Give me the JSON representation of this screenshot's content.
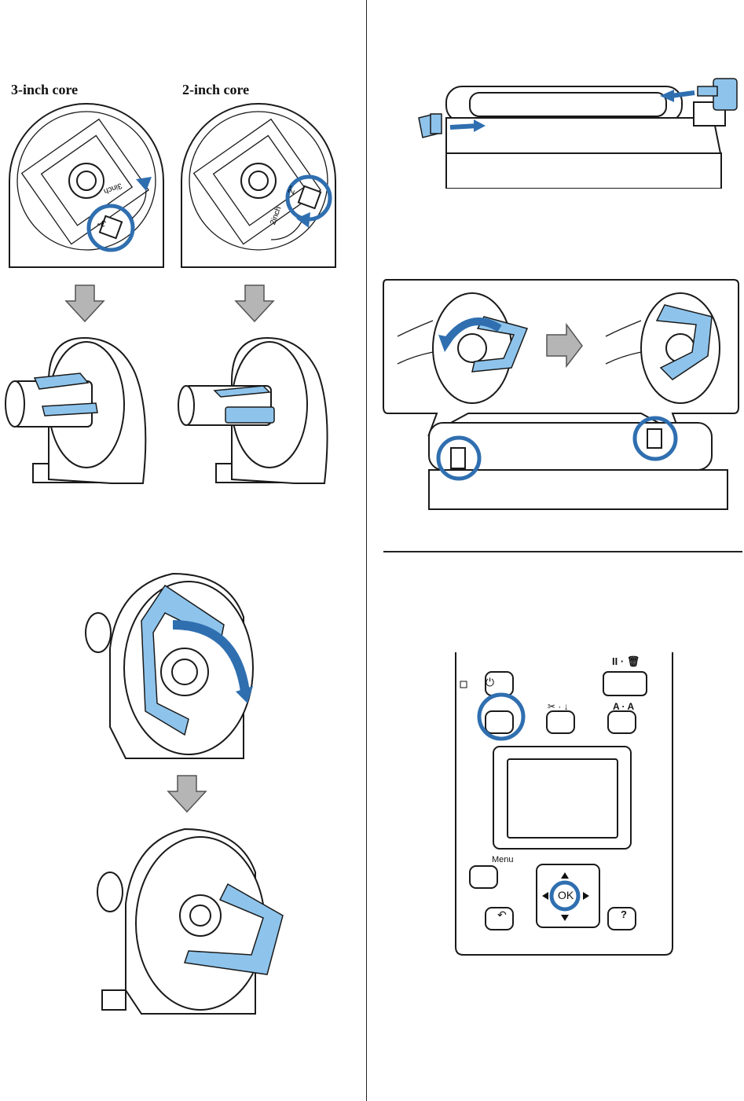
{
  "labels": {
    "three_inch": "3-inch core",
    "two_inch": "2-inch core"
  },
  "adapter_marks": {
    "three_inch_sw": "3\"",
    "three_inch_text": "3inch",
    "two_inch_sw": "2\"",
    "two_inch_text": "2inch"
  },
  "panel": {
    "menu_label": "Menu",
    "ok_label": "OK",
    "pause_label": "II · 🗑",
    "cut_label": "✂ · ↓",
    "aa_label": "A · A",
    "power_label": "⏻",
    "help_label": "?",
    "back_label": "↶"
  },
  "colors": {
    "adapter_blue": "#8ec4ec",
    "highlight_blue": "#2f6fb0",
    "down_arrow_gray": "#b5b5b5"
  }
}
